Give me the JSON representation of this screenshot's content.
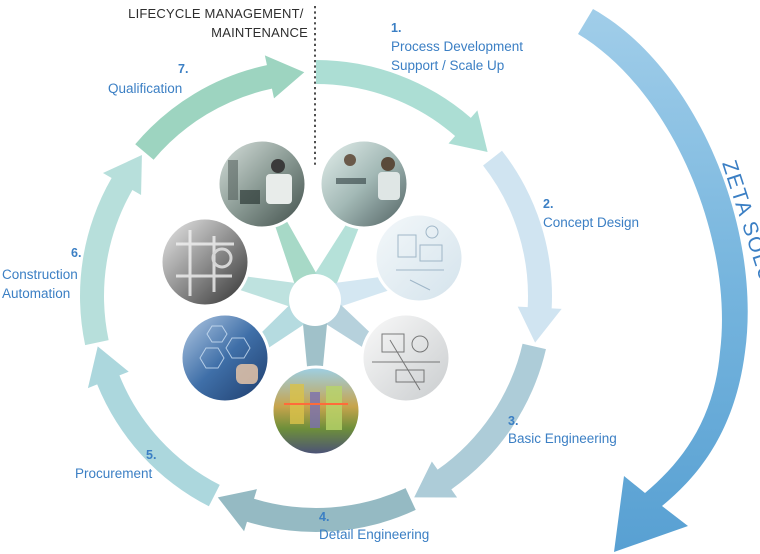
{
  "lifecycle": {
    "line1": "LIFECYCLE MANAGEMENT/",
    "line2": "MAINTENANCE"
  },
  "path_title": "ZETA SOLUTION PATH",
  "steps": [
    {
      "num": "1.",
      "lines": [
        "Process Development",
        "Support / Scale Up"
      ],
      "color": "#a8dcd2"
    },
    {
      "num": "2.",
      "lines": [
        "Concept Design"
      ],
      "color": "#cde3f0"
    },
    {
      "num": "3.",
      "lines": [
        "Basic Engineering"
      ],
      "color": "#a9c9d6"
    },
    {
      "num": "4.",
      "lines": [
        "Detail Engineering"
      ],
      "color": "#8fb6c0"
    },
    {
      "num": "5.",
      "lines": [
        "Procurement"
      ],
      "color": "#a8d5db"
    },
    {
      "num": "6.",
      "lines": [
        "Construction",
        "Automation"
      ],
      "color": "#b3ddd9"
    },
    {
      "num": "7.",
      "lines": [
        "Qualification"
      ],
      "color": "#98d2bd"
    }
  ],
  "colors": {
    "label": "#3b7fc4",
    "big_arrow": "#5fa8d6",
    "text_dark": "#2e2e2e"
  },
  "icons": [
    "plant-tablet-photo",
    "lab-engineers-photo",
    "concept-sketch-photo",
    "basic-engineering-drawing-photo",
    "detail-engineering-3d-model-photo",
    "specification-touchscreen-photo",
    "piping-construction-photo"
  ]
}
